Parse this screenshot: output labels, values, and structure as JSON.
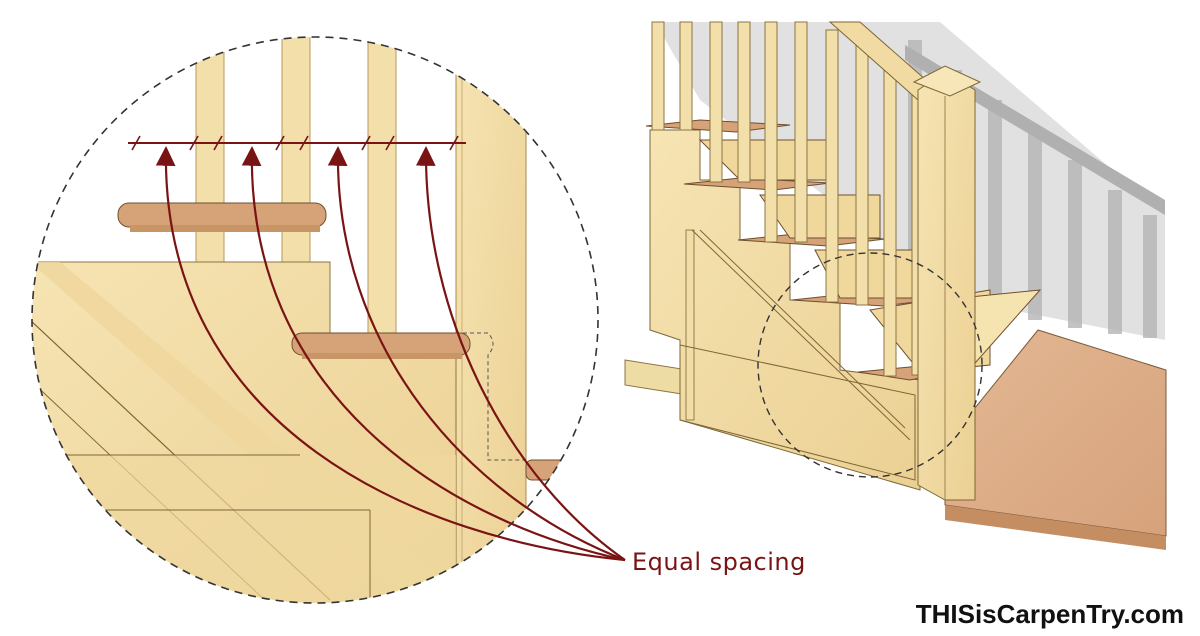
{
  "annotation": {
    "label": "Equal spacing"
  },
  "brand": {
    "text": "THISisCarpenTry.com"
  },
  "colors": {
    "wood_light": "#f3dfa9",
    "wood_mid": "#e9cc8a",
    "wood_dark": "#d9b474",
    "tread": "#d6a277",
    "floor": "#dcae86",
    "shadow": "#a9a9a9",
    "annotation": "#7a1414",
    "outline": "#333333"
  },
  "icons": [
    "detail-circle",
    "stair-3d-view"
  ]
}
